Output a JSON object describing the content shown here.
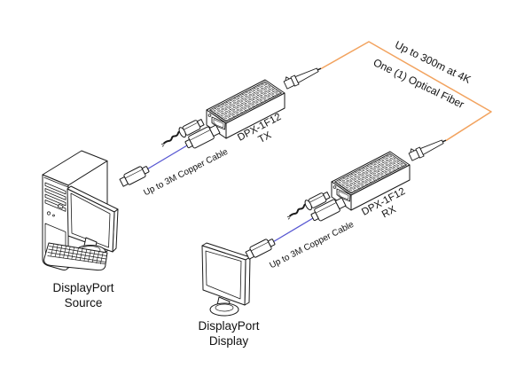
{
  "labels": {
    "source": "DisplayPort\nSource",
    "display": "DisplayPort\nDisplay",
    "tx_unit": "DPX-1F12\nTX",
    "rx_unit": "DPX-1F12\nRX",
    "copper_tx": "Up to 3M Copper Cable",
    "copper_rx": "Up to 3M Copper Cable",
    "fiber_distance": "Up to 300m at 4K",
    "fiber_count": "One (1) Optical Fiber"
  },
  "colors": {
    "fiber": "#F2A35F",
    "copper_cable": "#5757D2",
    "line": "#1A1A1A"
  }
}
